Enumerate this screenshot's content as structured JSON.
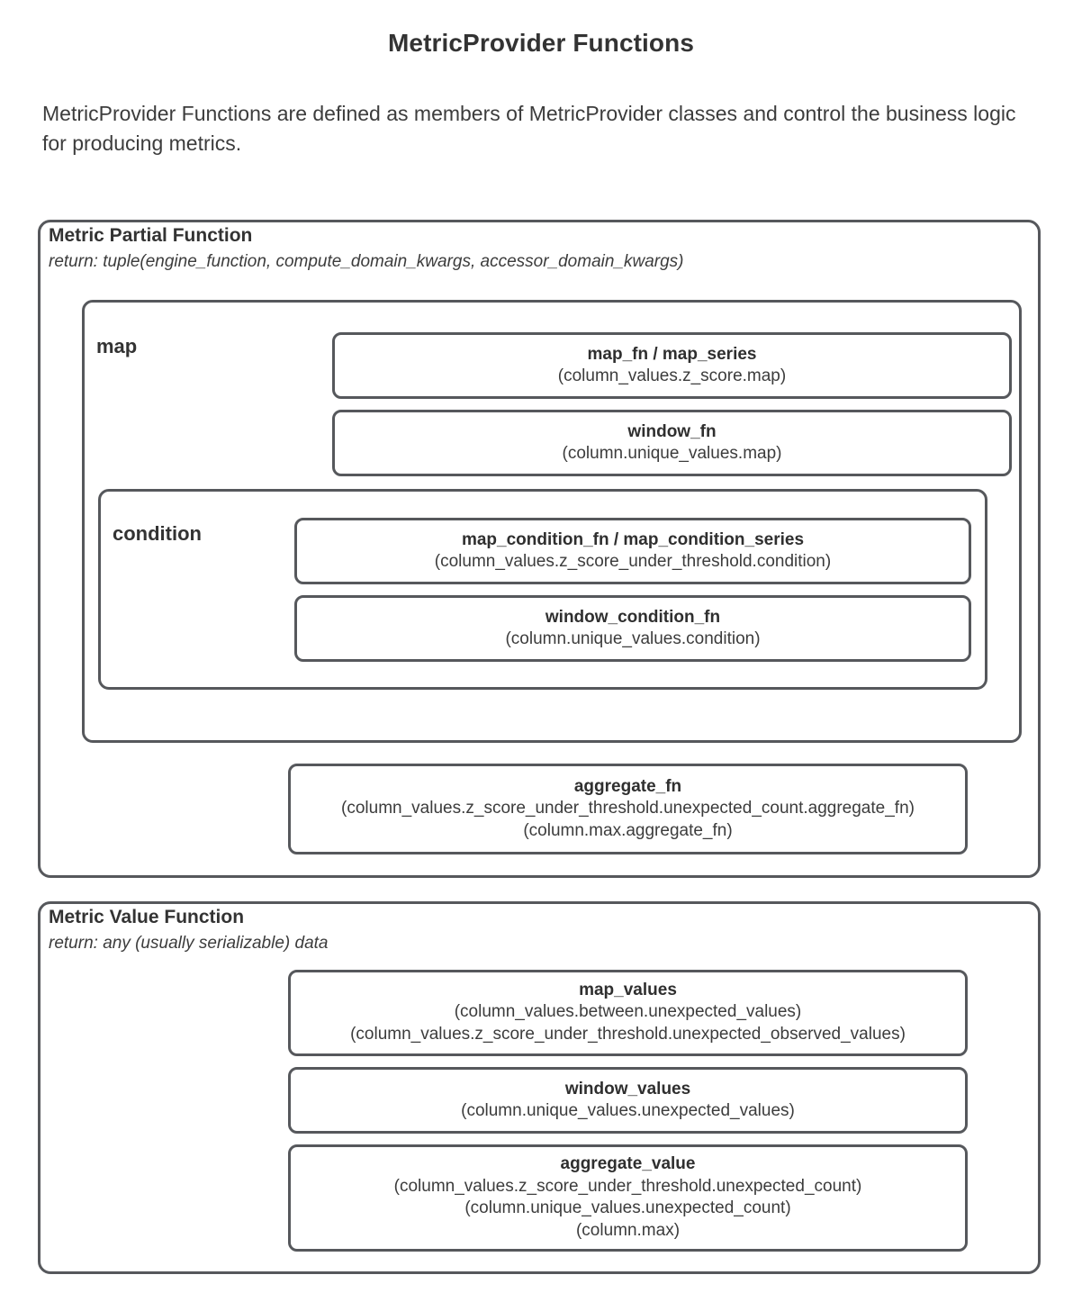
{
  "title": "MetricProvider Functions",
  "intro": "MetricProvider Functions are defined as members of MetricProvider classes and control the business logic for producing metrics.",
  "colors": {
    "border": "#56585c",
    "text": "#3c3c3c",
    "heading": "#333333",
    "background": "#ffffff"
  },
  "sections": [
    {
      "id": "metric-partial-function",
      "title": "Metric Partial Function",
      "return": "return: tuple(engine_function, compute_domain_kwargs, accessor_domain_kwargs)",
      "group_map": {
        "label": "map",
        "boxes": [
          {
            "name": "map_fn / map_series",
            "paths": [
              "(column_values.z_score.map)"
            ]
          },
          {
            "name": "window_fn",
            "paths": [
              "(column.unique_values.map)"
            ]
          }
        ]
      },
      "group_condition": {
        "label": "condition",
        "boxes": [
          {
            "name": "map_condition_fn / map_condition_series",
            "paths": [
              "(column_values.z_score_under_threshold.condition)"
            ]
          },
          {
            "name": "window_condition_fn",
            "paths": [
              "(column.unique_values.condition)"
            ]
          }
        ]
      },
      "aggregate": {
        "name": "aggregate_fn",
        "paths": [
          "(column_values.z_score_under_threshold.unexpected_count.aggregate_fn)",
          "(column.max.aggregate_fn)"
        ]
      }
    },
    {
      "id": "metric-value-function",
      "title": "Metric Value Function",
      "return": "return: any (usually serializable) data",
      "boxes": [
        {
          "name": "map_values",
          "paths": [
            "(column_values.between.unexpected_values)",
            "(column_values.z_score_under_threshold.unexpected_observed_values)"
          ]
        },
        {
          "name": "window_values",
          "paths": [
            "(column.unique_values.unexpected_values)"
          ]
        },
        {
          "name": "aggregate_value",
          "paths": [
            "(column_values.z_score_under_threshold.unexpected_count)",
            "(column.unique_values.unexpected_count)",
            "(column.max)"
          ]
        }
      ]
    }
  ]
}
